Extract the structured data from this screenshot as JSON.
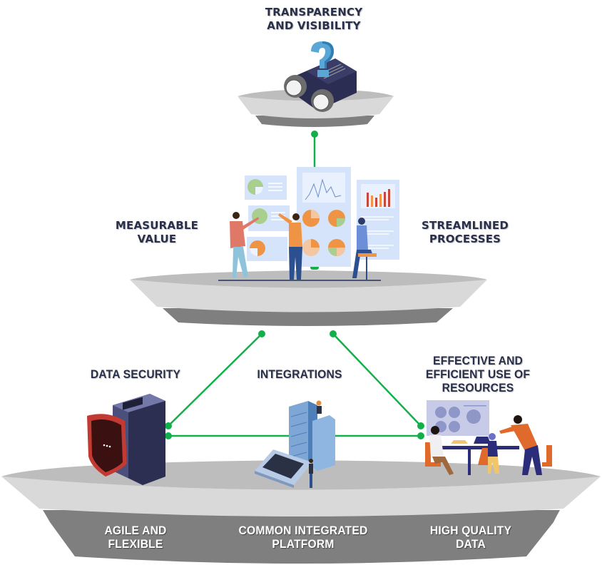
{
  "diagram": {
    "title": "",
    "colors": {
      "connector": "#12b04a",
      "label_dark": "#2a2f4a",
      "label_light": "#ffffff",
      "tier_top": "#bdbdbd",
      "tier_rim": "#d9d9d9",
      "tier_base": "#7f7f7f"
    },
    "tiers": [
      {
        "id": "top",
        "labels": [
          {
            "id": "transparency",
            "text": "TRANSPARENCY\nAND VISIBILITY",
            "icon": "binoculars-question-icon"
          }
        ]
      },
      {
        "id": "middle",
        "labels": [
          {
            "id": "measurable-value",
            "text": "MEASURABLE\nVALUE"
          },
          {
            "id": "streamlined-processes",
            "text": "STREAMLINED\nPROCESSES"
          }
        ],
        "illustration": "team-dashboard-illustration"
      },
      {
        "id": "bottom",
        "labels": [
          {
            "id": "data-security",
            "text": "DATA SECURITY",
            "icon": "shield-server-icon"
          },
          {
            "id": "integrations",
            "text": "INTEGRATIONS",
            "icon": "server-laptop-icon"
          },
          {
            "id": "resources",
            "text": "EFFECTIVE AND\nEFFICIENT USE OF\nRESOURCES",
            "icon": "team-meeting-icon"
          }
        ],
        "base_labels": [
          {
            "id": "agile",
            "text": "AGILE AND\nFLEXIBLE"
          },
          {
            "id": "platform",
            "text": "COMMON INTEGRATED\nPLATFORM"
          },
          {
            "id": "quality",
            "text": "HIGH QUALITY\nDATA"
          }
        ]
      }
    ],
    "connections": [
      {
        "from": "top",
        "to": "middle"
      },
      {
        "from": "middle",
        "to": "data-security"
      },
      {
        "from": "middle",
        "to": "resources"
      },
      {
        "from": "data-security",
        "to": "resources"
      }
    ]
  }
}
